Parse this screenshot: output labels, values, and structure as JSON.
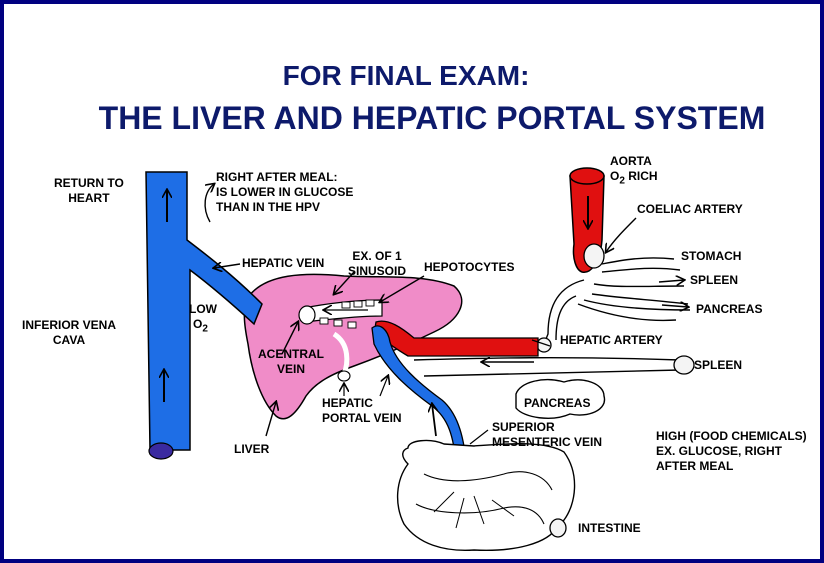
{
  "title": {
    "line1": "FOR FINAL EXAM:",
    "line2": "THE LIVER AND HEPATIC PORTAL SYSTEM"
  },
  "colors": {
    "title": "#0d1a6b",
    "border": "#000080",
    "vena_cava": "#1e6ee6",
    "vena_cava_end": "#3a2aa0",
    "liver": "#f08cc8",
    "artery": "#e01010"
  },
  "labels": {
    "return_to_heart": [
      "RETURN TO",
      "HEART"
    ],
    "right_after_meal": [
      "RIGHT AFTER MEAL:",
      "IS LOWER IN GLUCOSE",
      "THAN IN THE HPV"
    ],
    "hepatic_vein": "HEPATIC VEIN",
    "ex_sinusoid": [
      "EX. OF 1",
      "SINUSOID"
    ],
    "hepotocytes": "HEPOTOCYTES",
    "low_o2": {
      "text": "LOW",
      "o": "O",
      "sub": "2"
    },
    "inferior_vena_cava": [
      "INFERIOR VENA",
      "CAVA"
    ],
    "acentral_vein": [
      "ACENTRAL",
      "VEIN"
    ],
    "liver": "LIVER",
    "hepatic_portal_vein": [
      "HEPATIC",
      "PORTAL VEIN"
    ],
    "aorta": "AORTA",
    "o2_rich": {
      "o": "O",
      "sub": "2",
      "text": " RICH"
    },
    "coeliac_artery": "COELIAC ARTERY",
    "stomach": "STOMACH",
    "spleen_top": "SPLEEN",
    "pancreas_top": "PANCREAS",
    "hepatic_artery": "HEPATIC ARTERY",
    "spleen_mid": "SPLEEN",
    "pancreas_mid": "PANCREAS",
    "superior_mesenteric_vein": [
      "SUPERIOR",
      "MESENTERIC VEIN"
    ],
    "high_food": [
      "HIGH (FOOD CHEMICALS)",
      "EX. GLUCOSE, RIGHT",
      "AFTER MEAL"
    ],
    "intestine": "INTESTINE"
  }
}
